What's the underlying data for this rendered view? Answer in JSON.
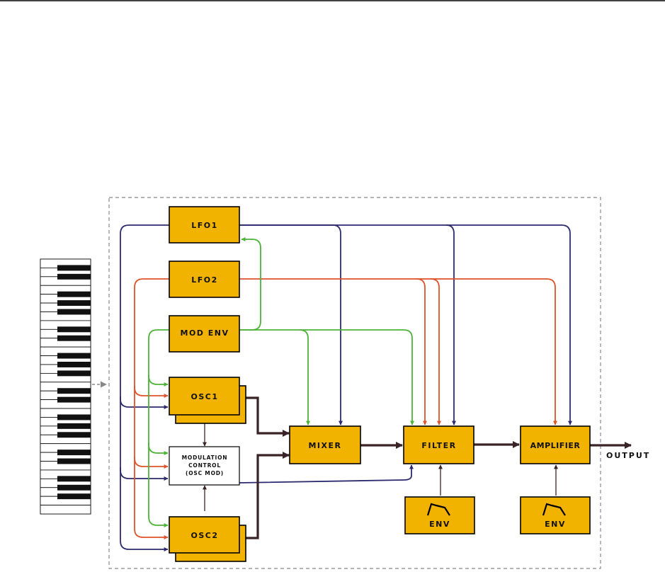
{
  "blocks": {
    "lfo1": "LFO1",
    "lfo2": "LFO2",
    "mod_env": "MOD ENV",
    "osc1": "OSC1",
    "osc2": "OSC2",
    "mod_control_line1": "MODULATION",
    "mod_control_line2": "CONTROL",
    "mod_control_line3": "(OSC MOD)",
    "mixer": "MIXER",
    "filter": "FILTER",
    "amplifier": "AMPLIFIER",
    "filter_env": "ENV",
    "amp_env": "ENV"
  },
  "output_label": "OUTPUT",
  "colors": {
    "block_fill": "#f2b300",
    "lfo1_route": "#2c2a6e",
    "lfo2_route": "#e0522a",
    "mod_env_route": "#4db337",
    "audio_path": "#3a2326"
  }
}
